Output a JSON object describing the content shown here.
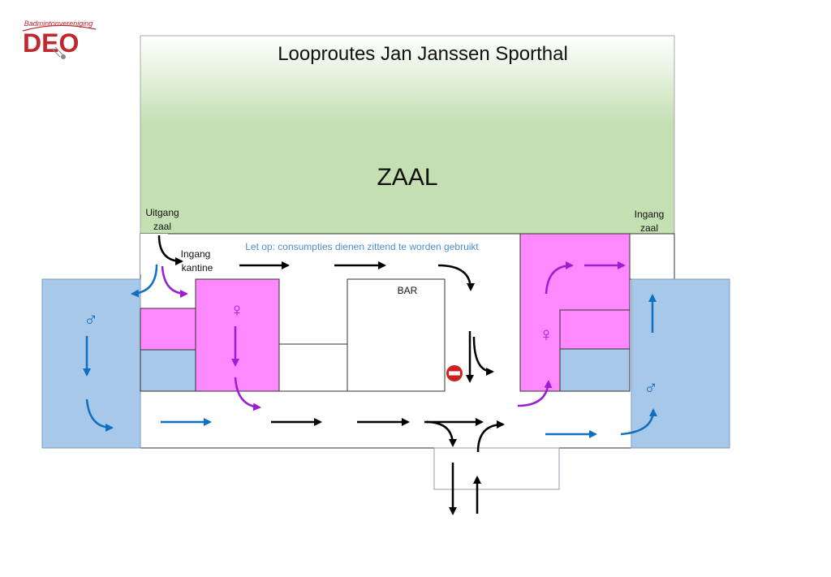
{
  "logo": {
    "club_label": "Badmintonvereniging",
    "name": "DEO",
    "color": "#c0282d"
  },
  "title": "Looproutes Jan Janssen Sporthal",
  "hall_label": "ZAAL",
  "labels": {
    "uitgang_line1": "Uitgang",
    "uitgang_line2": "zaal",
    "ingang_kantine_line1": "Ingang",
    "ingang_kantine_line2": "kantine",
    "ingang_zaal_line1": "Ingang",
    "ingang_zaal_line2": "zaal",
    "notice": "Let op: consumpties dienen zittend te worden gebruikt",
    "bar": "BAR"
  },
  "symbols": {
    "male": "♂",
    "female": "♀"
  },
  "colors": {
    "hall_green": "#c4dfb2",
    "pink": "#ff88ff",
    "blue_area": "#a7c8e8",
    "blue_arrow": "#0f6fc0",
    "purple_arrow": "#9b1fd0",
    "black_arrow": "#000000",
    "notice_text": "#4a8fd0",
    "stop_sign": "#d01f1f"
  }
}
